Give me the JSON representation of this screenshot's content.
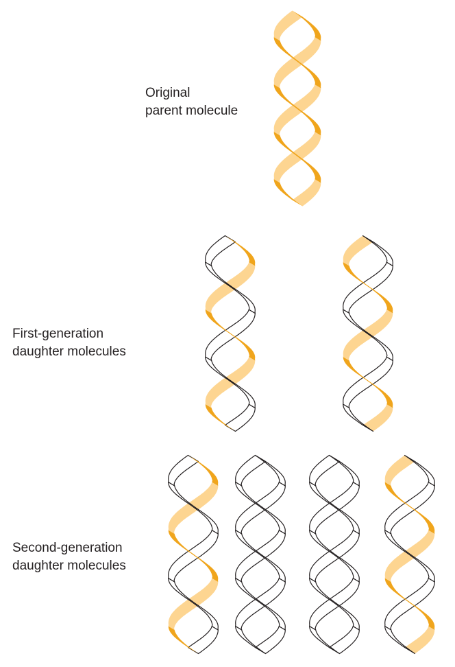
{
  "labels": {
    "original": [
      "Original",
      "parent molecule"
    ],
    "first_generation": [
      "First-generation",
      "daughter molecules"
    ],
    "second_generation": [
      "Second-generation",
      "daughter molecules"
    ]
  },
  "colors": {
    "parent_strand_dark": "#f0a51c",
    "parent_strand_light": "#fdd591",
    "new_strand_outline": "#231f20",
    "new_strand_fill": "#ffffff"
  },
  "generations": [
    {
      "name": "original",
      "molecules": [
        [
          "old",
          "old"
        ]
      ]
    },
    {
      "name": "first-generation",
      "molecules": [
        [
          "old",
          "new"
        ],
        [
          "new",
          "old"
        ]
      ]
    },
    {
      "name": "second-generation",
      "molecules": [
        [
          "old",
          "new"
        ],
        [
          "new",
          "new"
        ],
        [
          "new",
          "new"
        ],
        [
          "new",
          "old"
        ]
      ]
    }
  ]
}
